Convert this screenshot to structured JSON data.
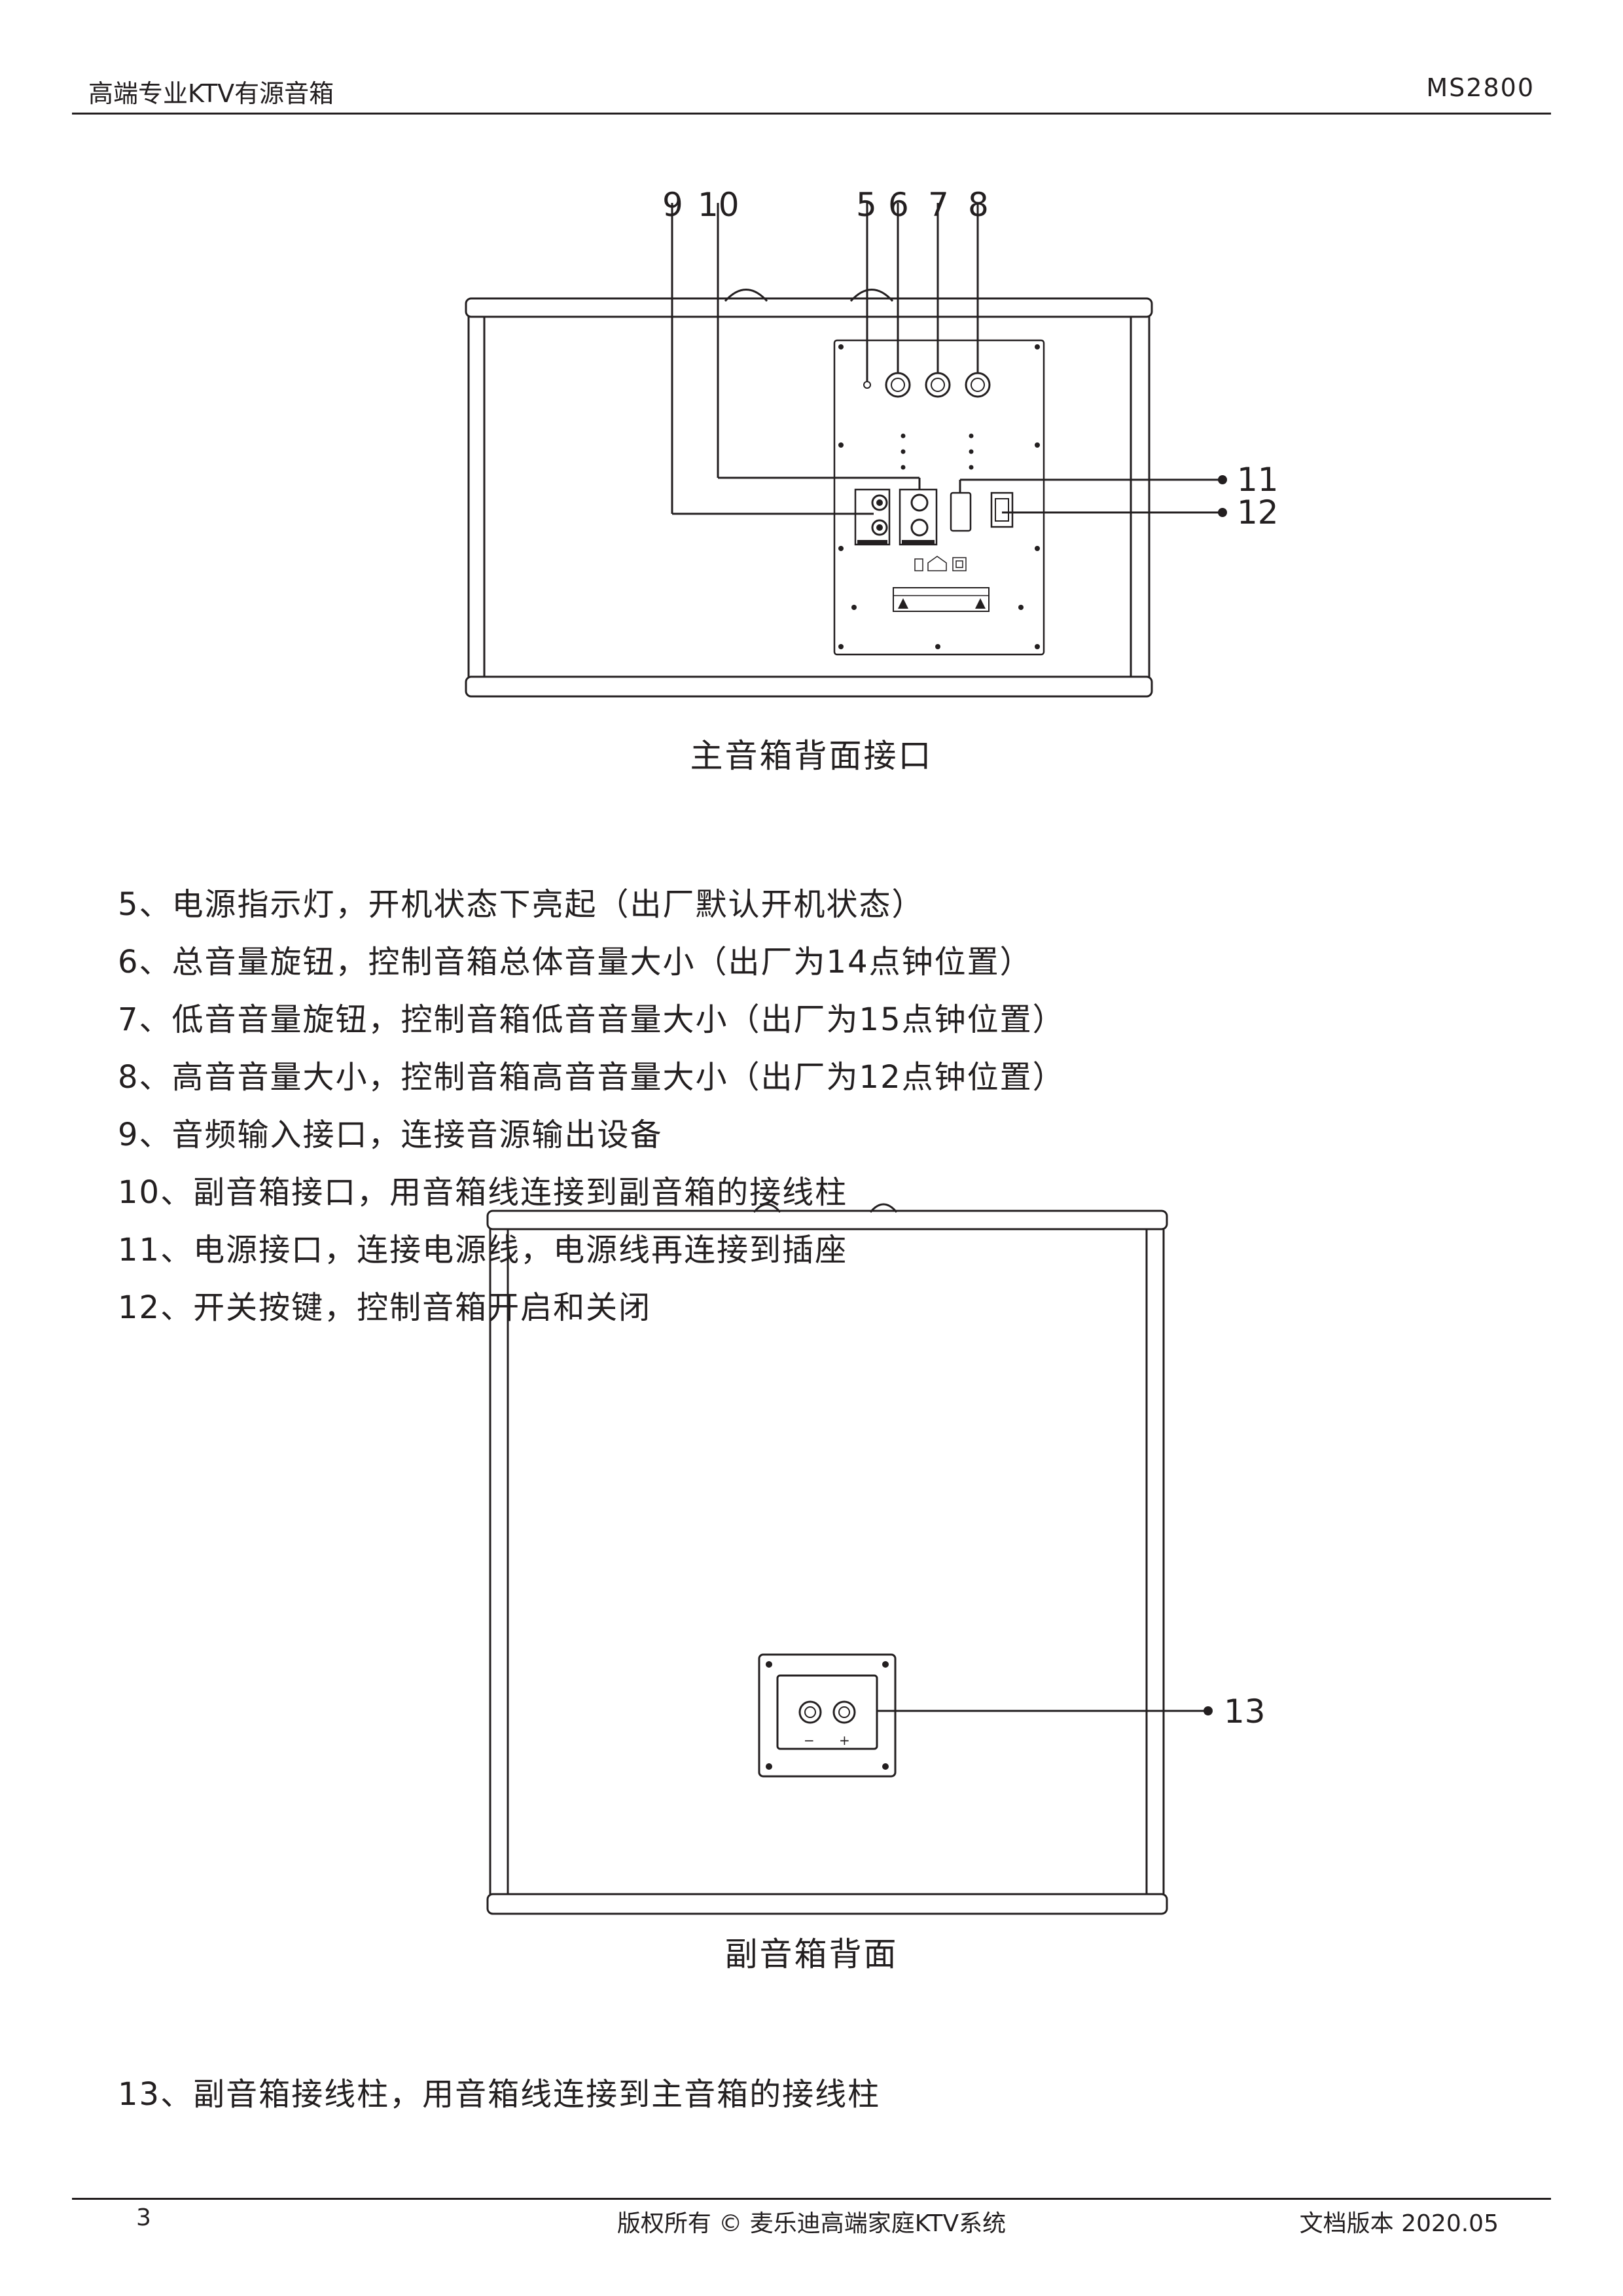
{
  "header": {
    "title": "高端专业KTV有源音箱",
    "model": "MS2800"
  },
  "main_diagram": {
    "caption": "主音箱背面接口",
    "callouts": [
      "9",
      "10",
      "5",
      "6",
      "7",
      "8",
      "11",
      "12"
    ]
  },
  "descriptions": [
    "5、电源指示灯，开机状态下亮起（出厂默认开机状态）",
    "6、总音量旋钮，控制音箱总体音量大小（出厂为14点钟位置）",
    "7、低音音量旋钮，控制音箱低音音量大小（出厂为15点钟位置）",
    "8、高音音量大小，控制音箱高音音量大小（出厂为12点钟位置）",
    "9、音频输入接口，连接音源输出设备",
    "10、副音箱接口，用音箱线连接到副音箱的接线柱",
    "11、电源接口，连接电源线，电源线再连接到插座",
    "12、开关按键，控制音箱开启和关闭"
  ],
  "sub_diagram": {
    "caption": "副音箱背面",
    "callout": "13",
    "terminal_minus": "−",
    "terminal_plus": "+"
  },
  "description_13": "13、副音箱接线柱，用音箱线连接到主音箱的接线柱",
  "footer": {
    "page": "3",
    "copyright": "版权所有 © 麦乐迪高端家庭KTV系统",
    "version": "文档版本  2020.05"
  }
}
